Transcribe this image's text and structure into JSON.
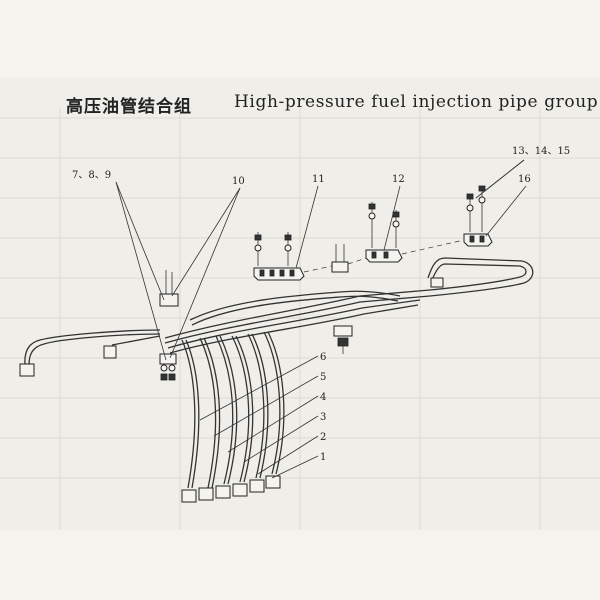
{
  "title": {
    "chinese": "高压油管结合组",
    "english": "High-pressure fuel injection pipe group"
  },
  "callouts": [
    {
      "id": "c1",
      "label": "1"
    },
    {
      "id": "c2",
      "label": "2"
    },
    {
      "id": "c3",
      "label": "3"
    },
    {
      "id": "c4",
      "label": "4"
    },
    {
      "id": "c5",
      "label": "5"
    },
    {
      "id": "c6",
      "label": "6"
    },
    {
      "id": "c789",
      "label": "7、8、9"
    },
    {
      "id": "c10",
      "label": "10"
    },
    {
      "id": "c11",
      "label": "11"
    },
    {
      "id": "c12",
      "label": "12"
    },
    {
      "id": "c131415",
      "label": "13、14、15"
    },
    {
      "id": "c16",
      "label": "16"
    }
  ],
  "colors": {
    "ink": "#333333",
    "paper": "#f4f3ee",
    "bleed_grid": "#d6d4cc"
  }
}
